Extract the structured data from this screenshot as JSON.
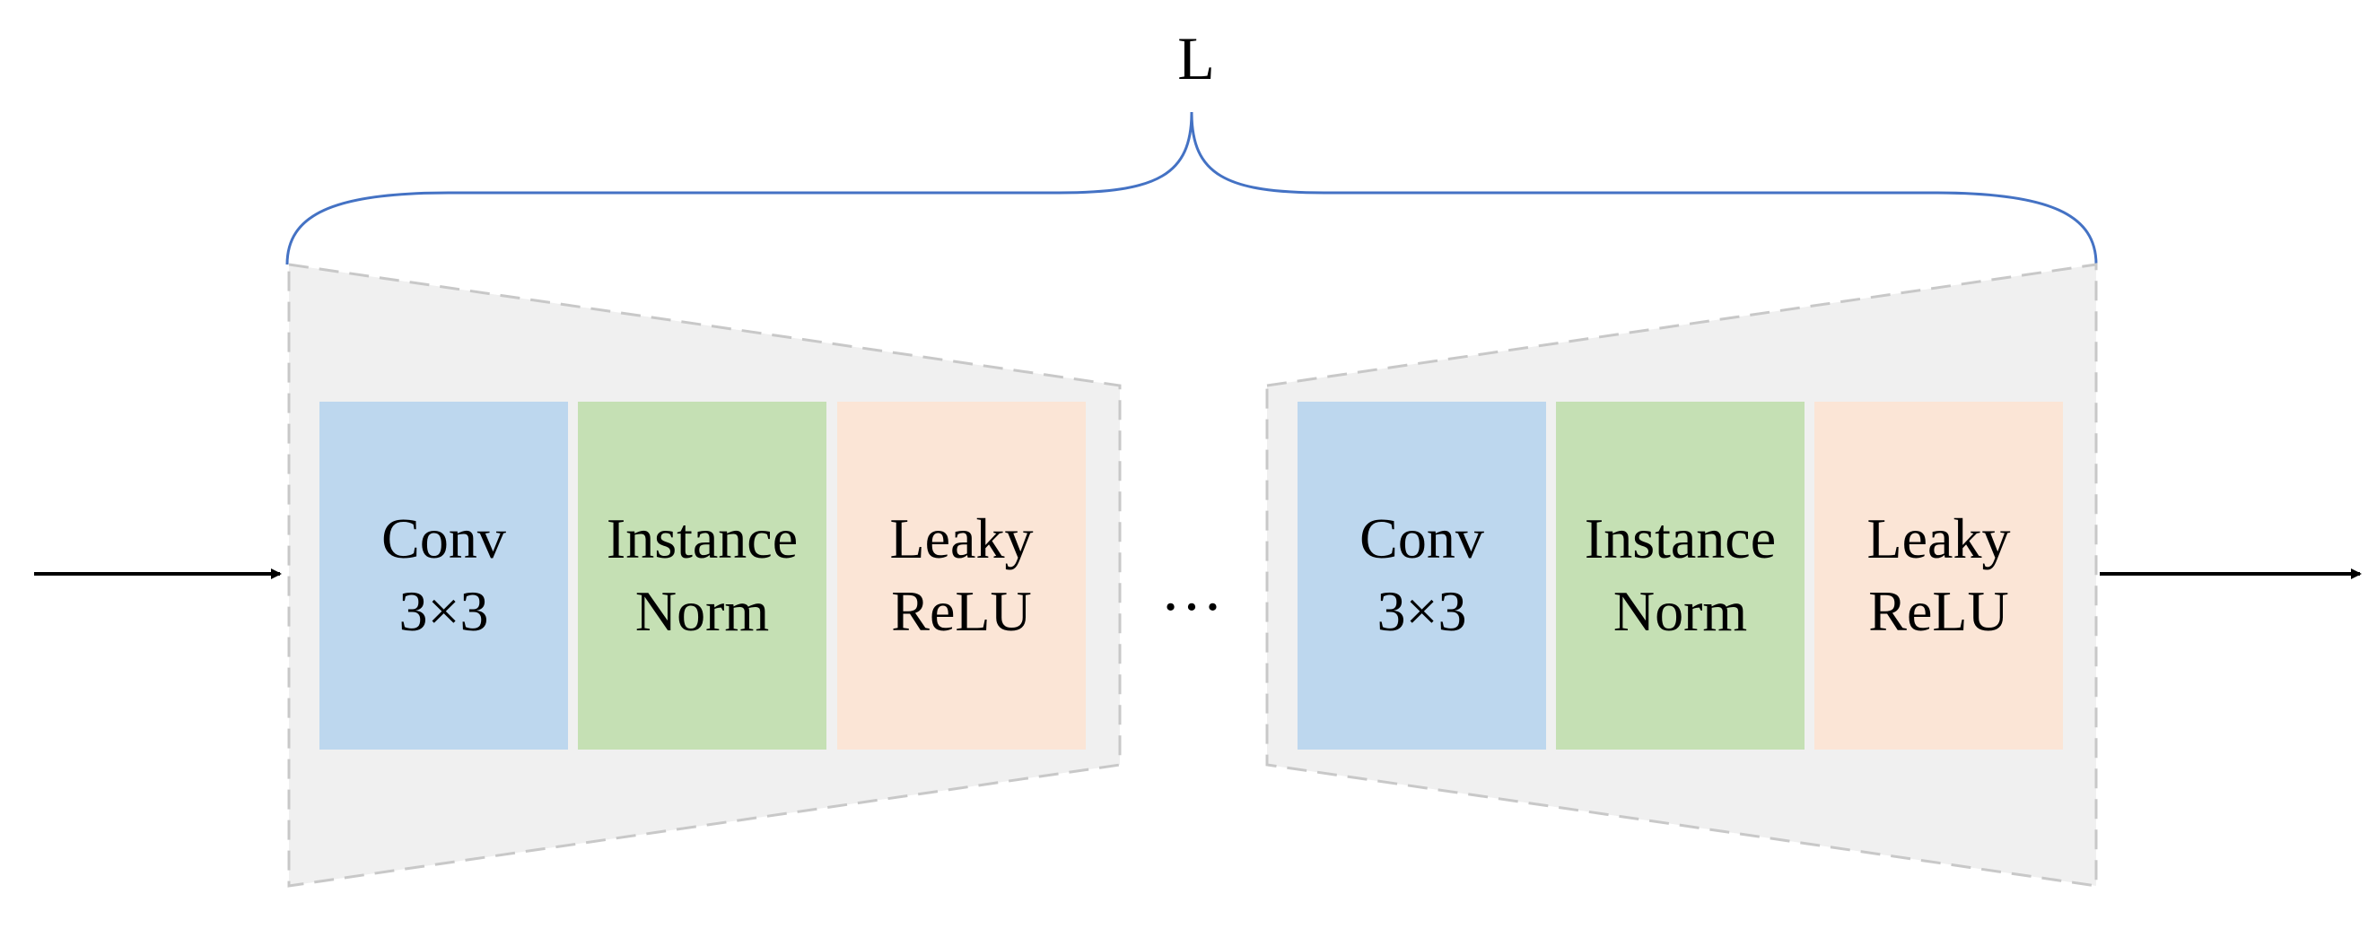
{
  "brace": {
    "label": "L",
    "color": "#4472c4"
  },
  "ellipsis": "…",
  "colors": {
    "group_fill": "#f0f0f0",
    "group_border": "#c8c8c8",
    "conv": "#bdd7ee",
    "norm": "#c5e0b4",
    "activation": "#fbe5d6",
    "arrow": "#000000"
  },
  "groups": [
    {
      "blocks": [
        {
          "line1": "Conv",
          "line2": "3×3"
        },
        {
          "line1": "Instance",
          "line2": "Norm"
        },
        {
          "line1": "Leaky",
          "line2": "ReLU"
        }
      ]
    },
    {
      "blocks": [
        {
          "line1": "Conv",
          "line2": "3×3"
        },
        {
          "line1": "Instance",
          "line2": "Norm"
        },
        {
          "line1": "Leaky",
          "line2": "ReLU"
        }
      ]
    }
  ]
}
